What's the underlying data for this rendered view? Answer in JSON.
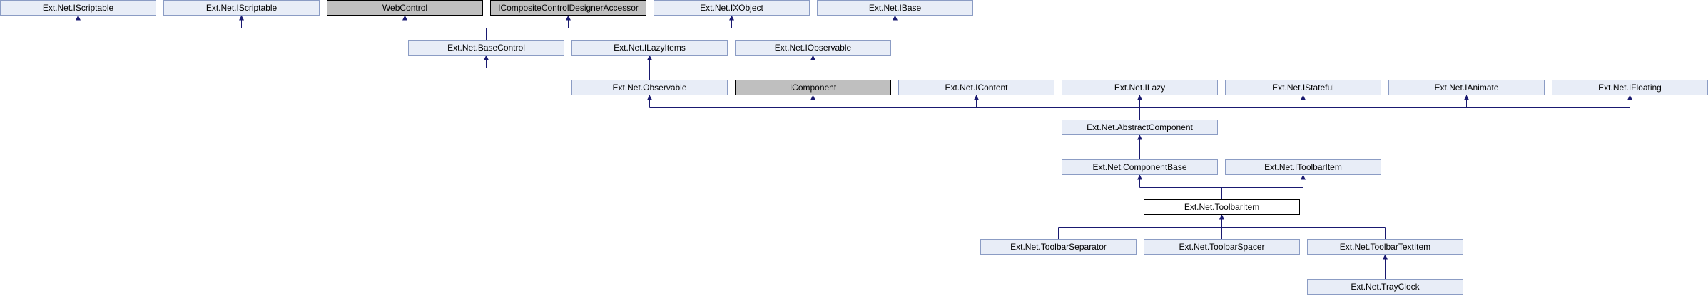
{
  "colors": {
    "interface_fill": "#e8edf7",
    "interface_border": "#8b9cc4",
    "external_fill": "#bfbfbf",
    "external_border": "#000000",
    "focus_fill": "#ffffff",
    "focus_border": "#000000",
    "edge": "#191970"
  },
  "nodes": [
    {
      "id": "iscriptable-1",
      "label": "Ext.Net.IScriptable",
      "kind": "interface"
    },
    {
      "id": "iscriptable-2",
      "label": "Ext.Net.IScriptable",
      "kind": "interface"
    },
    {
      "id": "webcontrol",
      "label": "WebControl",
      "kind": "external"
    },
    {
      "id": "icompositecontroldesigneraccessor",
      "label": "ICompositeControlDesignerAccessor",
      "kind": "external"
    },
    {
      "id": "ixobject",
      "label": "Ext.Net.IXObject",
      "kind": "interface"
    },
    {
      "id": "ibase",
      "label": "Ext.Net.IBase",
      "kind": "interface"
    },
    {
      "id": "basecontrol",
      "label": "Ext.Net.BaseControl",
      "kind": "interface"
    },
    {
      "id": "ilazyitems",
      "label": "Ext.Net.ILazyItems",
      "kind": "interface"
    },
    {
      "id": "iobservable",
      "label": "Ext.Net.IObservable",
      "kind": "interface"
    },
    {
      "id": "observable",
      "label": "Ext.Net.Observable",
      "kind": "interface"
    },
    {
      "id": "icomponent",
      "label": "IComponent",
      "kind": "external"
    },
    {
      "id": "icontent",
      "label": "Ext.Net.IContent",
      "kind": "interface"
    },
    {
      "id": "ilazy",
      "label": "Ext.Net.ILazy",
      "kind": "interface"
    },
    {
      "id": "istateful",
      "label": "Ext.Net.IStateful",
      "kind": "interface"
    },
    {
      "id": "ianimate",
      "label": "Ext.Net.IAnimate",
      "kind": "interface"
    },
    {
      "id": "ifloating",
      "label": "Ext.Net.IFloating",
      "kind": "interface"
    },
    {
      "id": "abstractcomponent",
      "label": "Ext.Net.AbstractComponent",
      "kind": "interface"
    },
    {
      "id": "componentbase",
      "label": "Ext.Net.ComponentBase",
      "kind": "interface"
    },
    {
      "id": "itoolbaritem",
      "label": "Ext.Net.IToolbarItem",
      "kind": "interface"
    },
    {
      "id": "toolbaritem",
      "label": "Ext.Net.ToolbarItem",
      "kind": "focus"
    },
    {
      "id": "toolbarseparator",
      "label": "Ext.Net.ToolbarSeparator",
      "kind": "interface"
    },
    {
      "id": "toolbarspacer",
      "label": "Ext.Net.ToolbarSpacer",
      "kind": "interface"
    },
    {
      "id": "toolbartextitem",
      "label": "Ext.Net.ToolbarTextItem",
      "kind": "interface"
    },
    {
      "id": "trayclock",
      "label": "Ext.Net.TrayClock",
      "kind": "interface"
    }
  ],
  "edges": [
    {
      "child": "basecontrol",
      "parents": [
        "iscriptable-1",
        "iscriptable-2",
        "webcontrol",
        "icompositecontroldesigneraccessor",
        "ixobject",
        "ibase"
      ]
    },
    {
      "child": "observable",
      "parents": [
        "basecontrol",
        "ilazyitems",
        "iobservable"
      ]
    },
    {
      "child": "abstractcomponent",
      "parents": [
        "observable",
        "icomponent",
        "icontent",
        "ilazy",
        "istateful",
        "ianimate",
        "ifloating"
      ]
    },
    {
      "child": "componentbase",
      "parents": [
        "abstractcomponent"
      ]
    },
    {
      "child": "toolbaritem",
      "parents": [
        "componentbase",
        "itoolbaritem"
      ]
    },
    {
      "child": "toolbarseparator",
      "parents": [
        "toolbaritem"
      ]
    },
    {
      "child": "toolbarspacer",
      "parents": [
        "toolbaritem"
      ]
    },
    {
      "child": "toolbartextitem",
      "parents": [
        "toolbaritem"
      ]
    },
    {
      "child": "trayclock",
      "parents": [
        "toolbartextitem"
      ]
    }
  ]
}
